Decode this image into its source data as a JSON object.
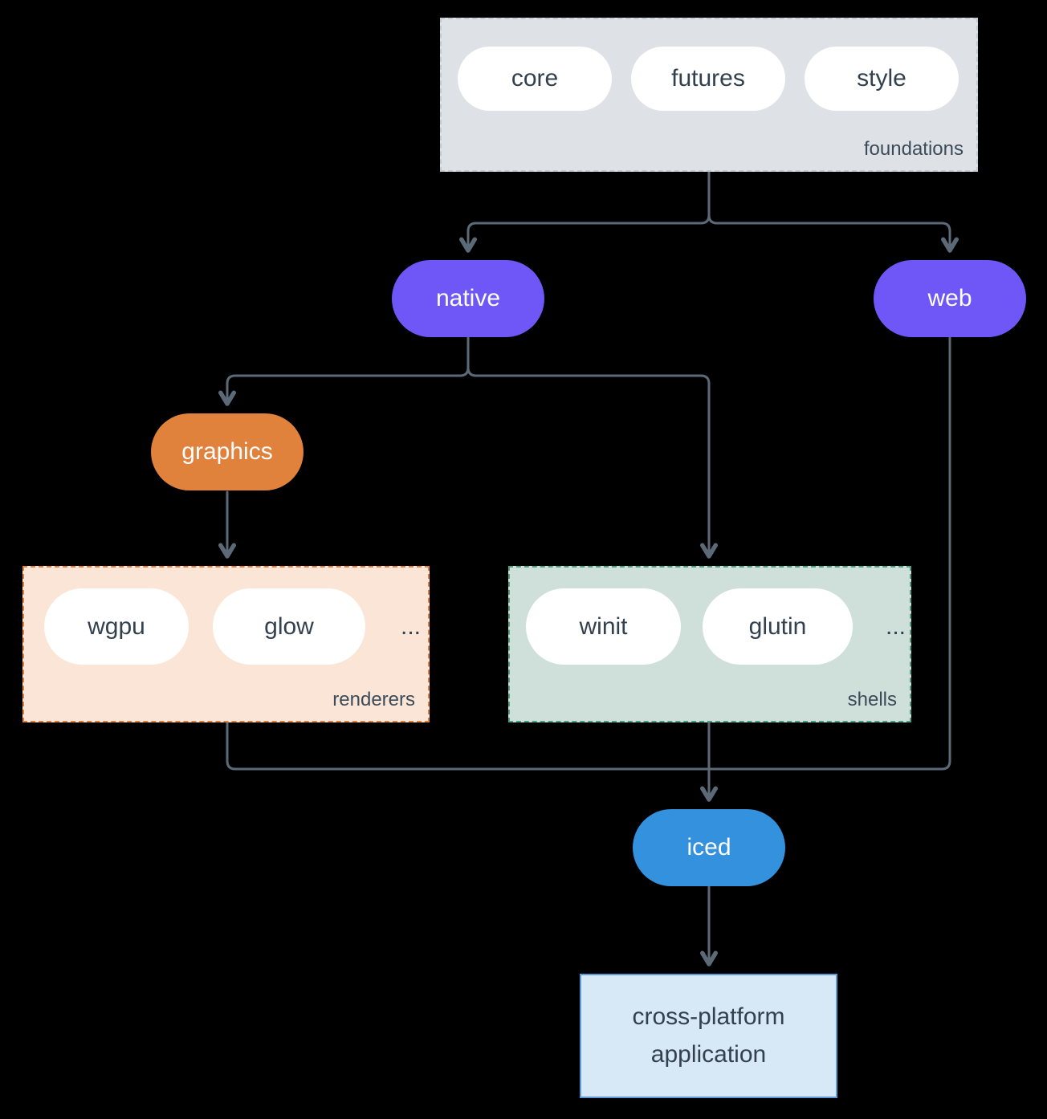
{
  "diagram": {
    "background_color": "#000000",
    "line_color": "#5c6977",
    "groups": {
      "foundations": {
        "label": "foundations",
        "items": [
          "core",
          "futures",
          "style"
        ],
        "fill": "#dee2e6",
        "border": "#c2c9cf"
      },
      "renderers": {
        "label": "renderers",
        "items": [
          "wgpu",
          "glow"
        ],
        "ellipsis": "...",
        "fill": "#fae5d6",
        "border": "#df813c"
      },
      "shells": {
        "label": "shells",
        "items": [
          "winit",
          "glutin"
        ],
        "ellipsis": "...",
        "fill": "#cfdfd9",
        "border": "#4aa181"
      }
    },
    "nodes": {
      "native": {
        "label": "native",
        "fill": "#6e57f6"
      },
      "web": {
        "label": "web",
        "fill": "#6e57f6"
      },
      "graphics": {
        "label": "graphics",
        "fill": "#e0813c"
      },
      "iced": {
        "label": "iced",
        "fill": "#3391dd"
      },
      "application": {
        "label": "cross-platform application",
        "fill": "#d7e8f7",
        "border": "#5a9bd8"
      }
    }
  }
}
